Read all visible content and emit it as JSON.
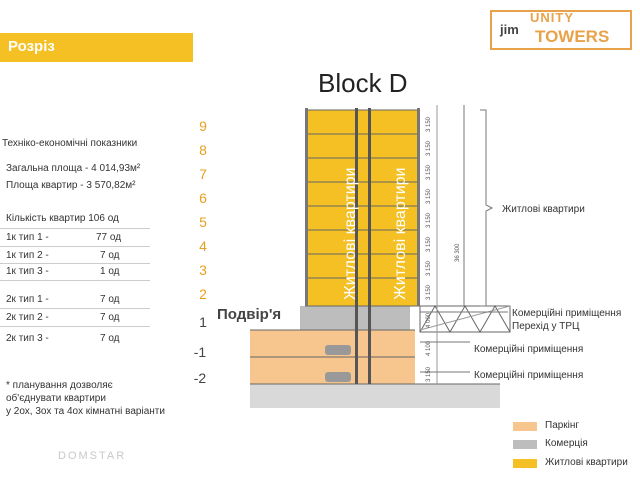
{
  "header": {
    "title": "Розріз"
  },
  "logo": {
    "jim": "jim",
    "unity": "UNITY",
    "towers": "TOWERS"
  },
  "block_title": "Block D",
  "tech": {
    "heading": "Техніко-економічні показники",
    "total_area": "Загальна площа - 4 014,93м²",
    "apt_area": "Площа квартир - 3 570,82м²",
    "apt_count": "Кількість квартир 106 од",
    "types": [
      {
        "label": "1к тип 1 -",
        "value": "77 од"
      },
      {
        "label": "1к тип 2 -",
        "value": "7 од"
      },
      {
        "label": "1к тип 3 -",
        "value": "1 од"
      },
      {
        "label": "2к тип 1 -",
        "value": "7 од"
      },
      {
        "label": "2к тип 2 -",
        "value": "7 од"
      },
      {
        "label": "2к тип 3 -",
        "value": "7 од"
      }
    ],
    "note": [
      "* планування дозволяє",
      "об'єднувати квартири",
      "у 2ох, 3ох та 4ох кімнатні варіанти"
    ]
  },
  "floors": [
    "9",
    "8",
    "7",
    "6",
    "5",
    "4",
    "3",
    "2",
    "1",
    "-1",
    "-2"
  ],
  "courtyard": "Подвір'я",
  "building_label_left": "Житлові квартири",
  "building_label_right": "Житлові квартири",
  "dimensions": {
    "floor": "3 150",
    "ground": "4 000",
    "basement1": "4 100",
    "basement2": "3 150",
    "total": "36 300"
  },
  "side_labels": {
    "residential": "Житлові квартири",
    "commercial1a": "Комерційні приміщення",
    "commercial1b": "Перехід у ТРЦ",
    "commercial2": "Комерційні приміщення",
    "commercial3": "Комерційні приміщення"
  },
  "legend": [
    {
      "label": "Паркінг",
      "color": "#f7c68e"
    },
    {
      "label": "Комерція",
      "color": "#bdbdbd"
    },
    {
      "label": "Житлові квартири",
      "color": "#f4c023"
    }
  ],
  "watermark": "DOMSTAR"
}
